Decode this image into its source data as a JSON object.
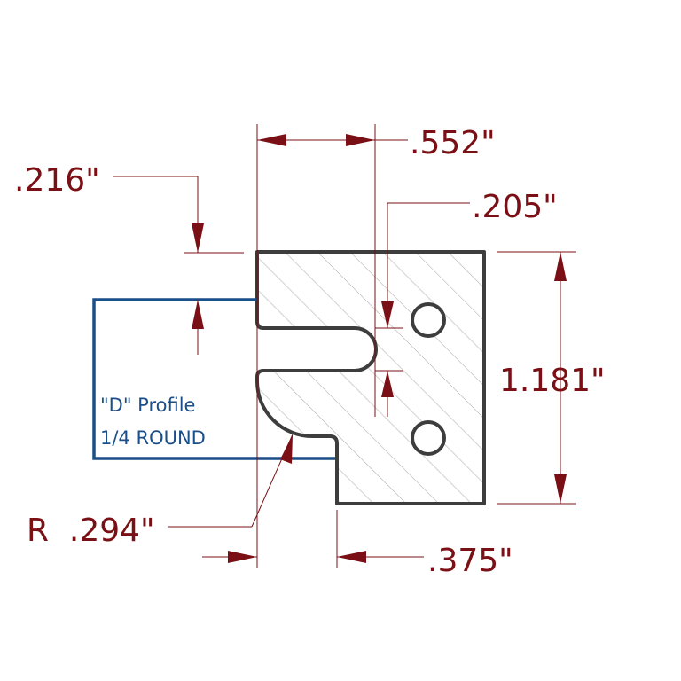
{
  "dimensions": {
    "width_top": ".552\"",
    "notch_depth": ".216\"",
    "slot_width": ".205\"",
    "height": "1.181\"",
    "radius": "R  .294\"",
    "bottom_width": ".375\""
  },
  "profile": {
    "line1": "\"D\" Profile",
    "line2": "1/4 ROUND"
  },
  "colors": {
    "dimension": "#7a1015",
    "profile": "#1a4f8a",
    "part_outline": "#3d3d3d",
    "hatch": "#b3b3b3"
  }
}
